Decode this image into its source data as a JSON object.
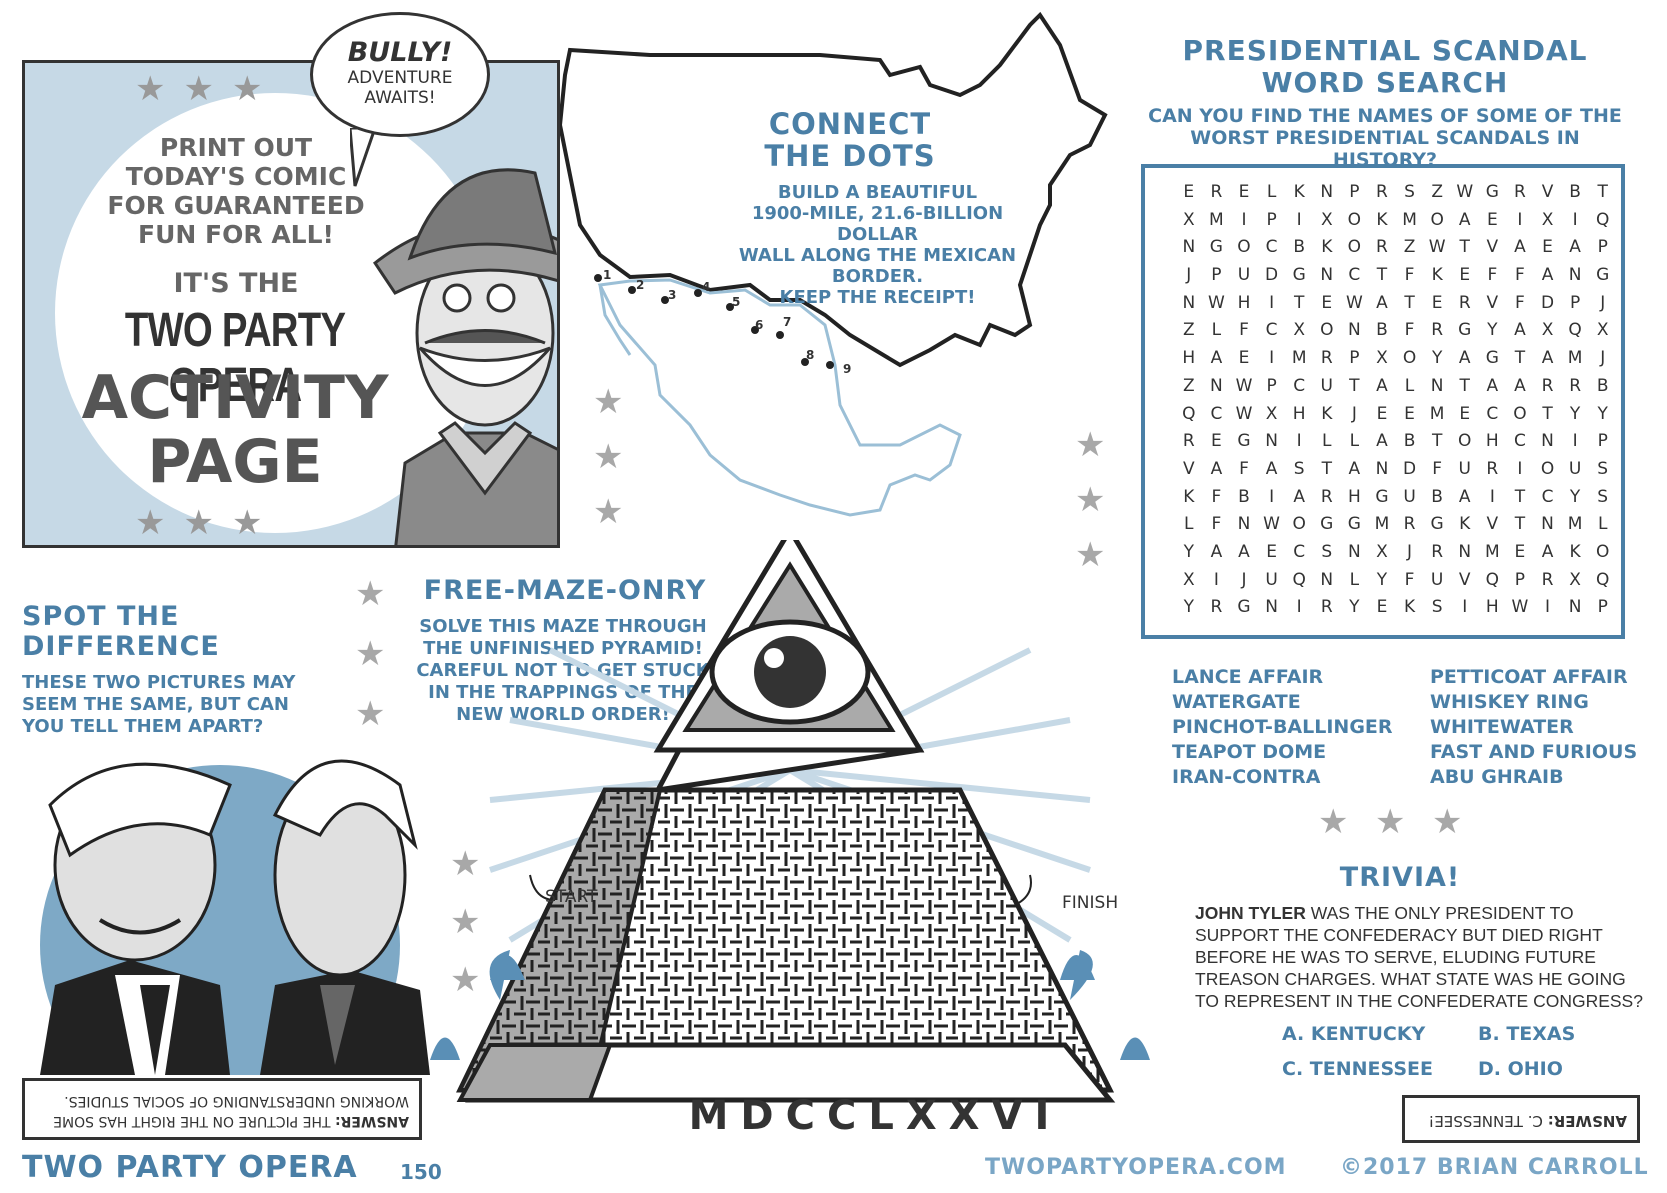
{
  "intro": {
    "bubble_line1": "BULLY!",
    "bubble_line2": "ADVENTURE",
    "bubble_line3": "AWAITS!",
    "print_text_1": "PRINT OUT",
    "print_text_2": "TODAY'S COMIC",
    "print_text_3": "FOR GUARANTEED",
    "print_text_4": "FUN FOR ALL!",
    "its_the": "IT'S THE",
    "logo": "TWO PARTY OPERA",
    "activity": "ACTIVITY",
    "page": "PAGE"
  },
  "connect_dots": {
    "title_1": "CONNECT",
    "title_2": "THE DOTS",
    "desc_1": "BUILD A BEAUTIFUL",
    "desc_2": "1900-MILE, 21.6-BILLION DOLLAR",
    "desc_3": "WALL ALONG THE MEXICAN BORDER.",
    "desc_4": "KEEP THE RECEIPT!",
    "dots": [
      "1",
      "2",
      "3",
      "4",
      "5",
      "6",
      "7",
      "8",
      "9"
    ]
  },
  "word_search": {
    "title_1": "PRESIDENTIAL SCANDAL",
    "title_2": "WORD SEARCH",
    "subtitle_1": "CAN YOU FIND THE NAMES OF SOME OF THE",
    "subtitle_2": "WORST PRESIDENTIAL SCANDALS IN HISTORY?",
    "grid": [
      "ERELKNPRSZWGRVBT",
      "XMIPIXOKMOAEIXIQ",
      "NGOCBKORZWTVAEAP",
      "JPUDGNCTFKEFFANG",
      "NWHITEWATERVFDPJ",
      "ZLFCXONBFRGYAXQX",
      "HAEIMRPXOYAGTAMJ",
      "ZNWPCUTALNTAARRB",
      "QCWXHKJEEMECOTYY",
      "REGNILLABTOHCNIP",
      "VAFASTANDFURIOUS",
      "KFBIARHGUBAITCYS",
      "LFNWOGGMRGKVTNML",
      "YAAECSNXJRNMEAKO",
      "XIJUQNLYFUVQPRXQ",
      "YRGNIRYEKSIHWINP"
    ],
    "words_left": [
      "LANCE AFFAIR",
      "WATERGATE",
      "PINCHOT-BALLINGER",
      "TEAPOT DOME",
      "IRAN-CONTRA"
    ],
    "words_right": [
      "PETTICOAT AFFAIR",
      "WHISKEY RING",
      "WHITEWATER",
      "FAST AND FURIOUS",
      "ABU GHRAIB"
    ]
  },
  "trivia": {
    "title": "TRIVIA!",
    "name": "JOHN TYLER",
    "question": " WAS THE ONLY PRESIDENT TO SUPPORT THE CONFEDERACY BUT DIED RIGHT BEFORE HE WAS TO SERVE, ELUDING FUTURE TREASON CHARGES. WHAT STATE WAS HE GOING TO REPRESENT IN THE CONFEDERATE CONGRESS?",
    "option_a": "A. KENTUCKY",
    "option_b": "B. TEXAS",
    "option_c": "C. TENNESSEE",
    "option_d": "D. OHIO",
    "answer_label": "ANSWER:",
    "answer_text": " C. TENNESSEE!"
  },
  "spot": {
    "title_1": "SPOT THE",
    "title_2": "DIFFERENCE",
    "desc_1": "THESE TWO PICTURES MAY",
    "desc_2": "SEEM THE SAME, BUT CAN",
    "desc_3": "YOU TELL THEM APART?",
    "answer_label": "ANSWER:",
    "answer_text": " THE PICTURE ON THE RIGHT HAS SOME WORKING UNDERSTANDING OF SOCIAL STUDIES."
  },
  "maze": {
    "title": "FREE-MAZE-ONRY",
    "desc_1": "SOLVE THIS MAZE THROUGH",
    "desc_2": "THE UNFINISHED PYRAMID!",
    "desc_3": "CAREFUL NOT TO GET STUCK",
    "desc_4": "IN THE TRAPPINGS OF THE",
    "desc_5": "NEW WORLD ORDER!",
    "start": "START",
    "finish": "FINISH",
    "numeral": "MDCCLXXVI"
  },
  "footer": {
    "title": "TWO PARTY OPERA",
    "number": "150",
    "site": "TWOPARTYOPERA.COM",
    "copyright": "©2017 BRIAN CARROLL"
  },
  "colors": {
    "accent": "#4a7fa6",
    "light_blue": "#c6d9e6",
    "star_gray": "#a8a8a8"
  }
}
